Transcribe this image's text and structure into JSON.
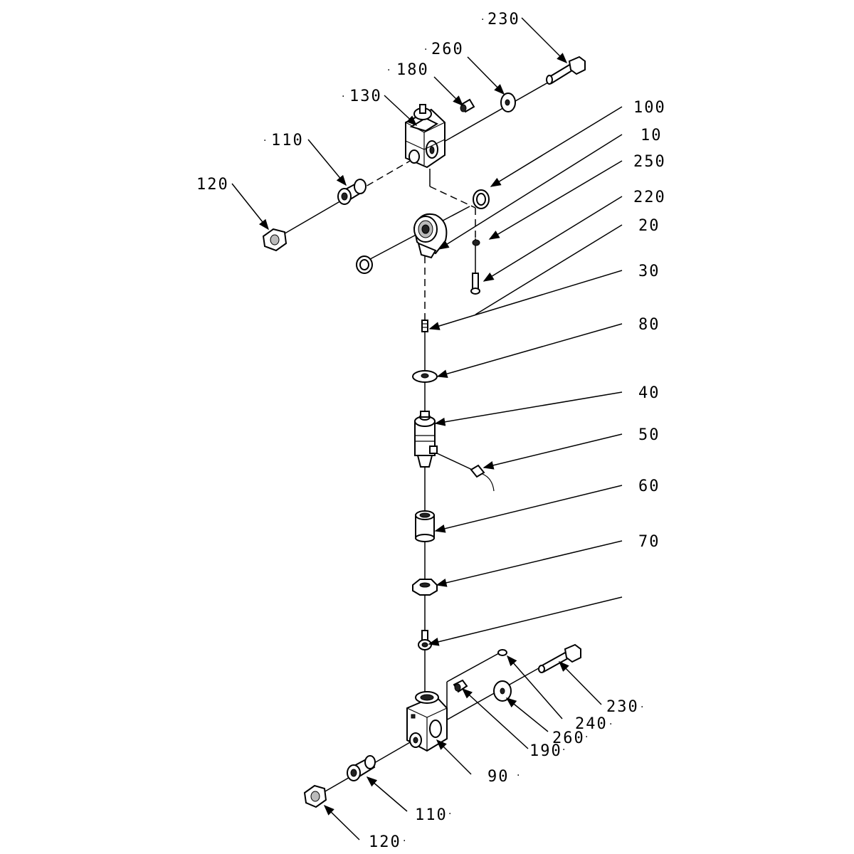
{
  "callouts": [
    {
      "id": "c230a",
      "text": "230",
      "prefix": "·",
      "suffix": ""
    },
    {
      "id": "c260a",
      "text": "260",
      "prefix": "·",
      "suffix": ""
    },
    {
      "id": "c180",
      "text": "180",
      "prefix": "·",
      "suffix": ""
    },
    {
      "id": "c130",
      "text": "130",
      "prefix": "·",
      "suffix": ""
    },
    {
      "id": "c110a",
      "text": "110",
      "prefix": "·",
      "suffix": ""
    },
    {
      "id": "c120a",
      "text": "120",
      "prefix": "",
      "suffix": ""
    },
    {
      "id": "c100",
      "text": "100",
      "prefix": "",
      "suffix": ""
    },
    {
      "id": "c10",
      "text": "10",
      "prefix": "",
      "suffix": ""
    },
    {
      "id": "c250",
      "text": "250",
      "prefix": "",
      "suffix": ""
    },
    {
      "id": "c220",
      "text": "220",
      "prefix": "",
      "suffix": ""
    },
    {
      "id": "c20",
      "text": "20",
      "prefix": "",
      "suffix": ""
    },
    {
      "id": "c30",
      "text": "30",
      "prefix": "",
      "suffix": ""
    },
    {
      "id": "c80",
      "text": "80",
      "prefix": "",
      "suffix": ""
    },
    {
      "id": "c40",
      "text": "40",
      "prefix": "",
      "suffix": ""
    },
    {
      "id": "c50",
      "text": "50",
      "prefix": "",
      "suffix": ""
    },
    {
      "id": "c60",
      "text": "60",
      "prefix": "",
      "suffix": ""
    },
    {
      "id": "c70",
      "text": "70",
      "prefix": "",
      "suffix": ""
    },
    {
      "id": "c230b",
      "text": "230",
      "prefix": "",
      "suffix": "·"
    },
    {
      "id": "c240",
      "text": "240",
      "prefix": "",
      "suffix": "·"
    },
    {
      "id": "c260b",
      "text": "260",
      "prefix": "",
      "suffix": "·"
    },
    {
      "id": "c190",
      "text": "190",
      "prefix": "",
      "suffix": "·"
    },
    {
      "id": "c90",
      "text": "90",
      "prefix": "",
      "suffix": "·"
    },
    {
      "id": "c110b",
      "text": "110",
      "prefix": "",
      "suffix": "·"
    },
    {
      "id": "c120b",
      "text": "120",
      "prefix": "",
      "suffix": "·"
    }
  ]
}
